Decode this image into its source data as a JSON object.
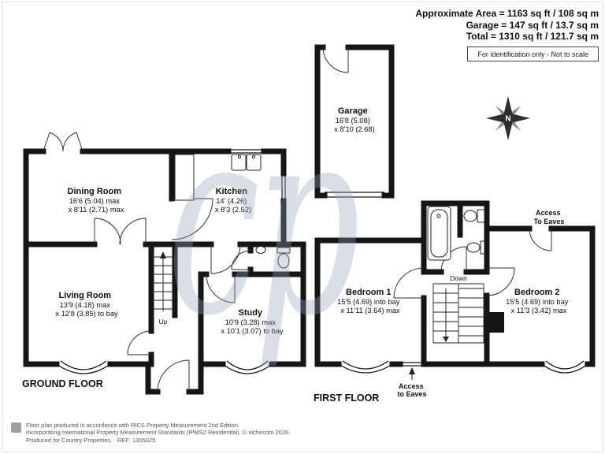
{
  "header": {
    "area_line1": "Approximate Area = 1163 sq ft / 108 sq m",
    "area_line2": "Garage = 147 sq ft / 13.7 sq m",
    "area_line3": "Total = 1310 sq ft / 121.7 sq m",
    "disclaimer": "For identification only - Not to scale"
  },
  "rooms": {
    "dining": {
      "name": "Dining Room",
      "dim1": "16'6 (5.04) max",
      "dim2": "x 8'11 (2.71) max"
    },
    "kitchen": {
      "name": "Kitchen",
      "dim1": "14' (4.26)",
      "dim2": "x 8'3 (2.52)"
    },
    "living": {
      "name": "Living Room",
      "dim1": "13'9 (4.18) max",
      "dim2": "x 12'8 (3.85) to bay"
    },
    "study": {
      "name": "Study",
      "dim1": "10'9 (3.28) max",
      "dim2": "x 10'1 (3.07) to bay"
    },
    "garage": {
      "name": "Garage",
      "dim1": "16'8 (5.08)",
      "dim2": "x 8'10 (2.68)"
    },
    "bedroom1": {
      "name": "Bedroom 1",
      "dim1": "15'5 (4.69) into bay",
      "dim2": "x 11'11 (3.64) max"
    },
    "bedroom2": {
      "name": "Bedroom 2",
      "dim1": "15'5 (4.69) into bay",
      "dim2": "x 11'3 (3.42) max"
    }
  },
  "labels": {
    "ground_floor": "GROUND FLOOR",
    "first_floor": "FIRST FLOOR",
    "up": "Up",
    "down": "Down",
    "eaves_top_1": "Access",
    "eaves_top_2": "To Eaves",
    "eaves_bottom_1": "Access",
    "eaves_bottom_2": "to Eaves",
    "north": "N"
  },
  "watermark": "cp",
  "footer": {
    "line1": "Floor plan produced in accordance with RICS Property Measurement 2nd Edition.",
    "line2": "Incorporating International Property Measurement Standards (IPMS2 Residential). © nichecom 2026.",
    "line3": "Produced for Country Properties.   REF: 1305025"
  },
  "colors": {
    "wall": "#151515",
    "watermark": "#8fa2bc"
  }
}
